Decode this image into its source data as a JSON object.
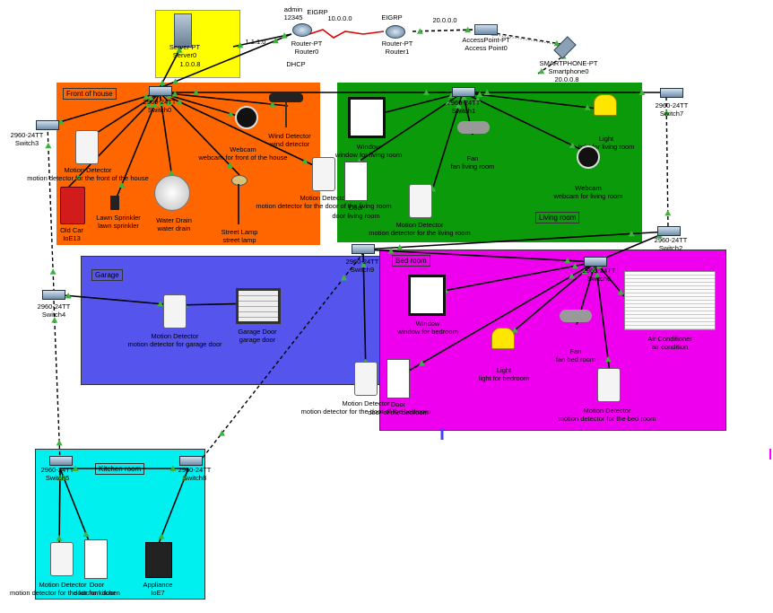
{
  "zones": {
    "server": {
      "name": "Server-PT",
      "sub": "Server0",
      "ip": "1.0.0.8"
    },
    "front": {
      "title": "Front of house"
    },
    "living": {
      "title": "Living room"
    },
    "garage": {
      "title": "Garage"
    },
    "bed": {
      "title": "Bed room"
    },
    "kitchen": {
      "title": "Kitchen room"
    }
  },
  "network": {
    "router0": {
      "admin": "admin",
      "pass": "12345",
      "proto": "EIGRP",
      "name": "Router-PT",
      "sub": "Router0",
      "dhcp": "DHCP"
    },
    "router1": {
      "proto": "EIGRP",
      "name": "Router-PT",
      "sub": "Router1"
    },
    "net_10": "10.0.0.0",
    "net_20": "20.0.0.0",
    "net_1": "1.1.1.0",
    "ap": {
      "name": "AccessPoint-PT",
      "sub": "Access Point0"
    },
    "phone": {
      "name": "SMARTPHONE-PT",
      "sub": "Smartphone0",
      "ip": "20.0.0.8"
    }
  },
  "switches": {
    "sw0": {
      "model": "2960-24TT",
      "name": "Switch0"
    },
    "sw1": {
      "model": "2960-24TT",
      "name": "Switch1"
    },
    "sw2": {
      "model": "2960-24TT",
      "name": "Switch2"
    },
    "sw3": {
      "model": "2960-24TT",
      "name": "Switch3"
    },
    "sw4": {
      "model": "2960-24TT",
      "name": "Switch4"
    },
    "sw5": {
      "model": "2960-24TT",
      "name": "Switch5"
    },
    "sw6": {
      "model": "2960-24TT",
      "name": "Switch6"
    },
    "sw7": {
      "model": "2960-24TT",
      "name": "Switch7"
    },
    "sw8": {
      "model": "2960-24TT",
      "name": "Switch8"
    },
    "sw9": {
      "model": "2960-24TT",
      "name": "Switch9"
    }
  },
  "devices": {
    "front_motion": {
      "type": "Motion Detector",
      "name": "motion detector for the front of the house"
    },
    "old_car": {
      "type": "Old Car",
      "name": "IoE13"
    },
    "lawn": {
      "type": "Lawn Sprinkler",
      "name": "lawn sprinkler"
    },
    "water": {
      "type": "Water Drain",
      "name": "water drain"
    },
    "webcam_front": {
      "type": "Webcam",
      "name": "webcam for front of the house"
    },
    "wind": {
      "type": "Wind Detector",
      "name": "wind detector"
    },
    "street_lamp": {
      "type": "Street Lamp",
      "name": "street lamp"
    },
    "living_window": {
      "type": "Window",
      "name": "window for living room"
    },
    "living_motion_door": {
      "type": "Motion Detector",
      "name": "motion detector for the door of the living room"
    },
    "living_door": {
      "type": "Door",
      "name": "door living room"
    },
    "living_fan": {
      "type": "Fan",
      "name": "fan living room"
    },
    "living_light": {
      "type": "Light",
      "name": "light for living room"
    },
    "living_webcam": {
      "type": "Webcam",
      "name": "webcam for living room"
    },
    "living_motion": {
      "type": "Motion Detector",
      "name": "motion detector for the living room"
    },
    "garage_motion": {
      "type": "Motion Detector",
      "name": "motion detector for garage door"
    },
    "garage_door": {
      "type": "Garage Door",
      "name": "garage door"
    },
    "bed_window": {
      "type": "Window",
      "name": "window for bedroom"
    },
    "bed_light": {
      "type": "Light",
      "name": "light for bedroom"
    },
    "bed_fan": {
      "type": "Fan",
      "name": "fan bed room"
    },
    "bed_ac": {
      "type": "Air Conditioner",
      "name": "air condition"
    },
    "bed_motion_door": {
      "type": "Motion Detector",
      "name": "motion detector for the door of the bedroom"
    },
    "bed_door": {
      "type": "Door",
      "name": "door of the bedroom"
    },
    "bed_motion": {
      "type": "Motion Detector",
      "name": "motion detector for the bed room"
    },
    "kitchen_motion": {
      "type": "Motion Detector",
      "name": "motion detector for the kitchen door"
    },
    "kitchen_door": {
      "type": "Door",
      "name": "door for kitchen"
    },
    "appliance": {
      "type": "Appliance",
      "name": "IoE7"
    }
  },
  "colors": {
    "front": "#ff6600",
    "living": "#0a9a0a",
    "garage": "#5555ee",
    "bed": "#ee00ee",
    "kitchen": "#00f0f0",
    "server": "#ffff00",
    "link": "#000000",
    "serial": "#e00000",
    "port_up": "#3cb43c"
  }
}
